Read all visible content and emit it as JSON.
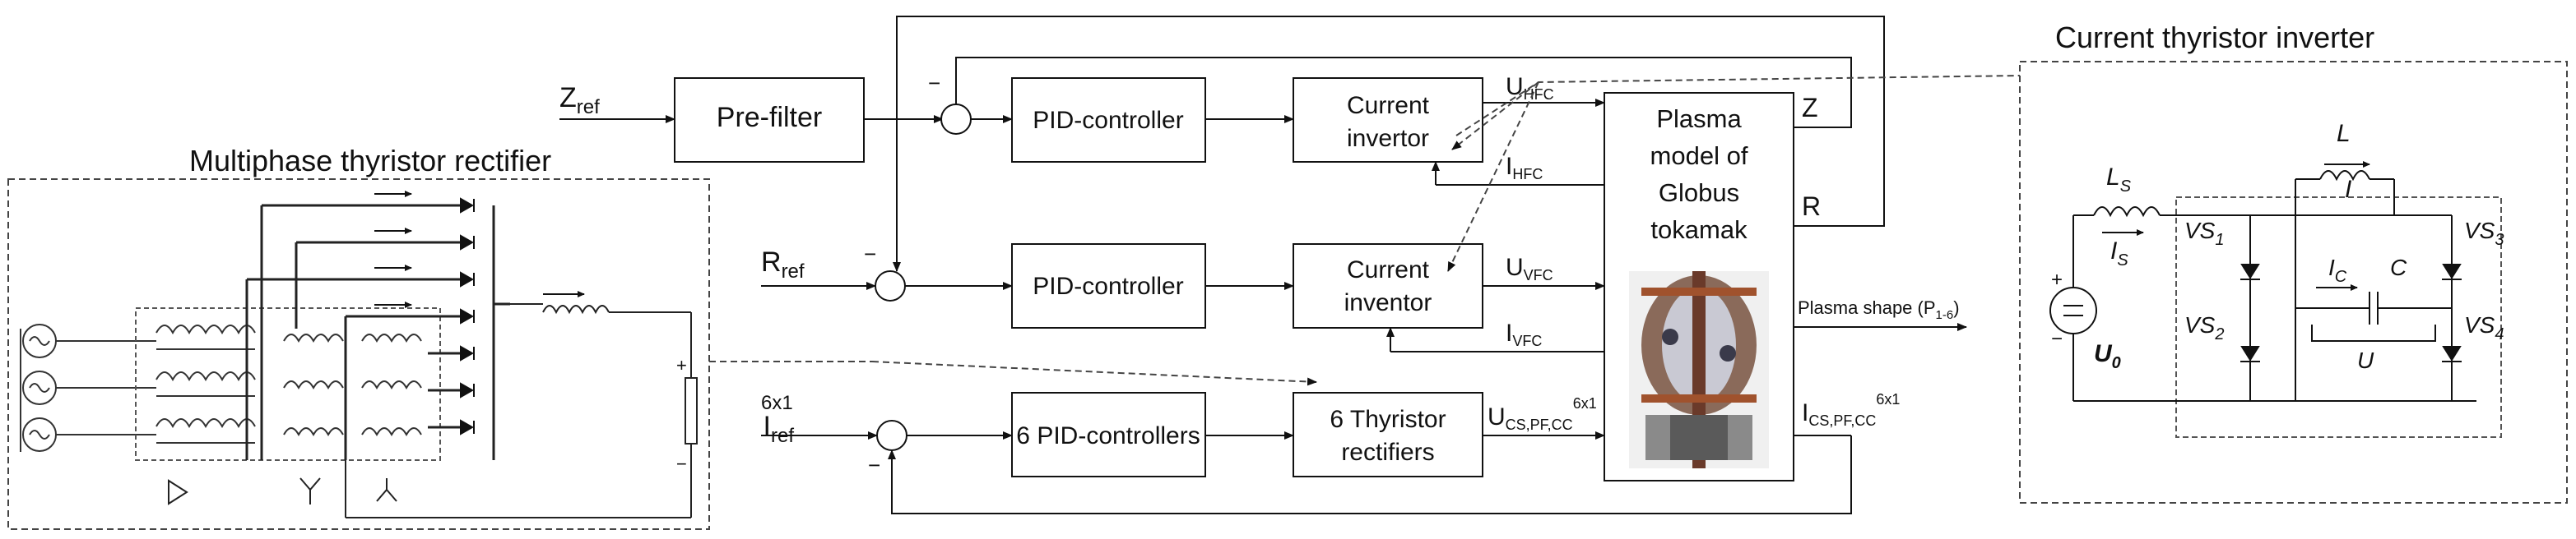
{
  "titles": {
    "left": "Multiphase thyristor rectifier",
    "right": "Current thyristor inverter"
  },
  "inputs": {
    "z_ref": {
      "main": "Z",
      "sub": "ref"
    },
    "r_ref": {
      "main": "R",
      "sub": "ref"
    },
    "i_ref": {
      "main": "I",
      "sub": "ref",
      "sup": "6x1"
    }
  },
  "blocks": {
    "prefilter": "Pre-filter",
    "pid_top": "PID-controller",
    "pid_mid": "PID-controller",
    "pid_bottom": "6 PID-controllers",
    "inv_top": [
      "Current",
      "invertor"
    ],
    "inv_mid": [
      "Current",
      "inventor"
    ],
    "rectifiers": [
      "6 Thyristor",
      "rectifiers"
    ],
    "plasma": [
      "Plasma",
      "model of",
      "Globus",
      "tokamak"
    ]
  },
  "signals": {
    "u_hfc": {
      "main": "U",
      "sub": "HFC"
    },
    "i_hfc": {
      "main": "I",
      "sub": "HFC"
    },
    "u_vfc": {
      "main": "U",
      "sub": "VFC"
    },
    "i_vfc": {
      "main": "I",
      "sub": "VFC"
    },
    "u_cs": {
      "main": "U",
      "sub": "CS,PF,CC",
      "sup": "6x1"
    },
    "i_cs": {
      "main": "I",
      "sub": "CS,PF,CC",
      "sup": "6x1"
    },
    "z_out": "Z",
    "r_out": "R",
    "shape": {
      "main": "Plasma shape (P",
      "sub": "1-6",
      "end": ")"
    }
  },
  "sum_signs": {
    "minus": "−"
  },
  "inverter_labels": {
    "ls": {
      "main": "L",
      "sub": "S"
    },
    "is": {
      "main": "I",
      "sub": "S"
    },
    "l": "L",
    "i": "I",
    "ic": {
      "main": "I",
      "sub": "C"
    },
    "c": "C",
    "u": "U",
    "u0": {
      "main": "U",
      "sub": "0"
    },
    "vs1": {
      "main": "VS",
      "sub": "1"
    },
    "vs2": {
      "main": "VS",
      "sub": "2"
    },
    "vs3": {
      "main": "VS",
      "sub": "3"
    },
    "vs4": {
      "main": "VS",
      "sub": "4"
    },
    "plus": "+",
    "minus": "−"
  },
  "rectifier_labels": {
    "plus": "+",
    "minus": "−"
  }
}
